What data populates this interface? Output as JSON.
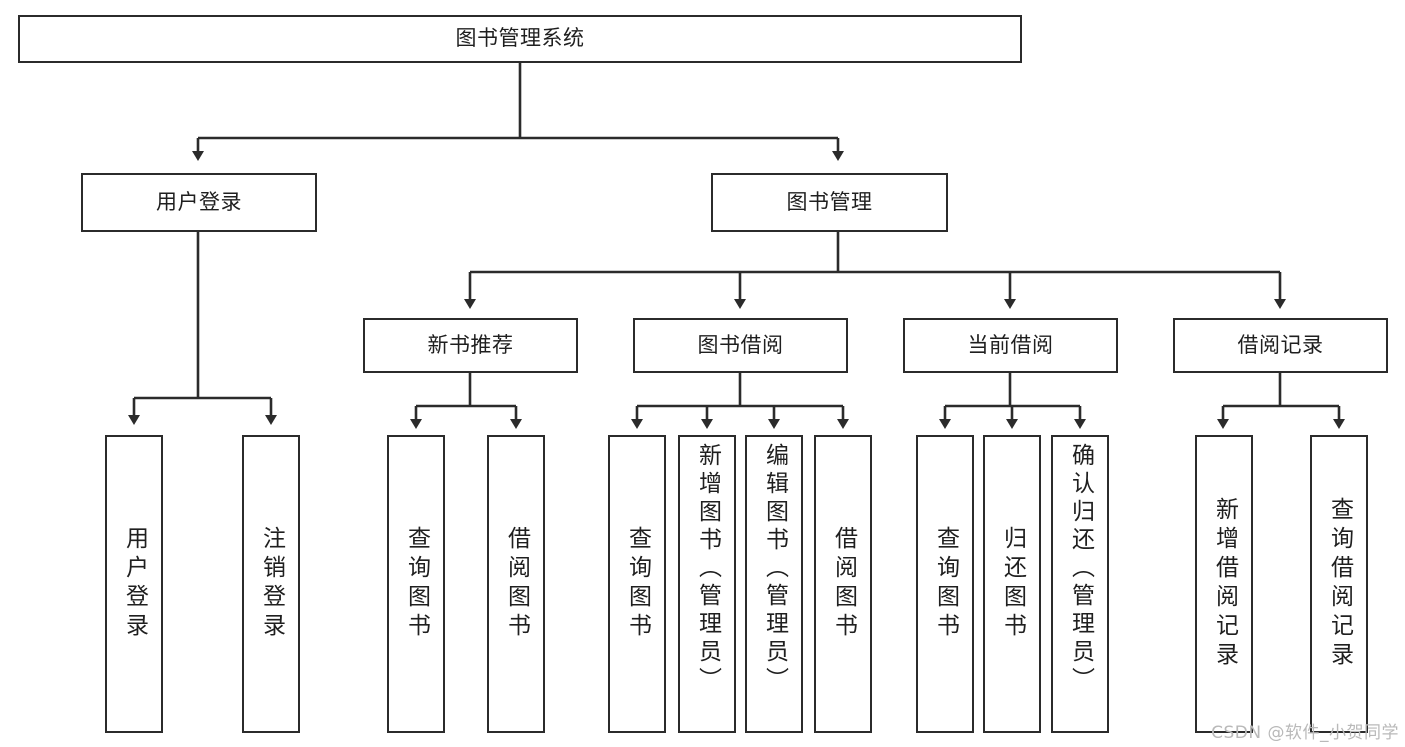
{
  "diagram": {
    "title": "图书管理系统",
    "watermark": "CSDN @软件_小贺同学",
    "line_color": "#2b2b2b",
    "text_color": "#1f1f1f",
    "background": "#ffffff",
    "nodes": {
      "root": "图书管理系统",
      "user_login": "用户登录",
      "book_manage": "图书管理",
      "new_book_rec": "新书推荐",
      "book_borrow": "图书借阅",
      "current_borrow": "当前借阅",
      "borrow_record": "借阅记录",
      "login_do": "用户登录",
      "logout_do": "注销登录",
      "rec_query_book": "查询图书",
      "rec_borrow_book": "借阅图书",
      "brw_query_book": "查询图书",
      "brw_add_book": "新增图书（管理员）",
      "brw_edit_book": "编辑图书（管理员）",
      "brw_borrow_book": "借阅图书",
      "cur_query_book": "查询图书",
      "cur_return_book": "归还图书",
      "cur_confirm_return": "确认归还（管理员）",
      "rec_add_record": "新增借阅记录",
      "rec_query_record": "查询借阅记录"
    }
  }
}
